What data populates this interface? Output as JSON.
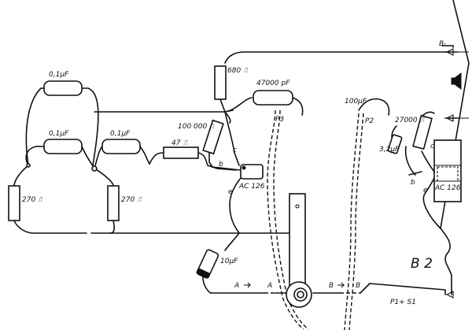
{
  "components": {
    "c_top": "0,1µF",
    "c_mid_left": "0,1µF",
    "c_mid_right": "0,1µF",
    "r_47": "47 ⎍",
    "r_100k": "100 000 ⎍",
    "r_680": "680 ⎍",
    "c_47000": "47000 pF",
    "r_270_left": "270 ⎍",
    "r_270_right": "270 ⎍",
    "c_10uf": "10µF",
    "c_100uf": "100µF",
    "r_27000": "27000 ⎍",
    "c_3_2uf": "3,2µF",
    "transistor_1": "AC 126",
    "transistor_2": "AC 126"
  },
  "pins": {
    "b1": "b",
    "c1": "c",
    "e1": "e",
    "b2": "b",
    "c2": "c",
    "e2": "e"
  },
  "points": {
    "p3": "P3",
    "p2": "P2",
    "a_left": "A",
    "a_right": "A",
    "b_left": "B",
    "b_right": "B",
    "b_minus": "B-",
    "p1s1": "P1+ S1"
  },
  "board_label": "B 2"
}
